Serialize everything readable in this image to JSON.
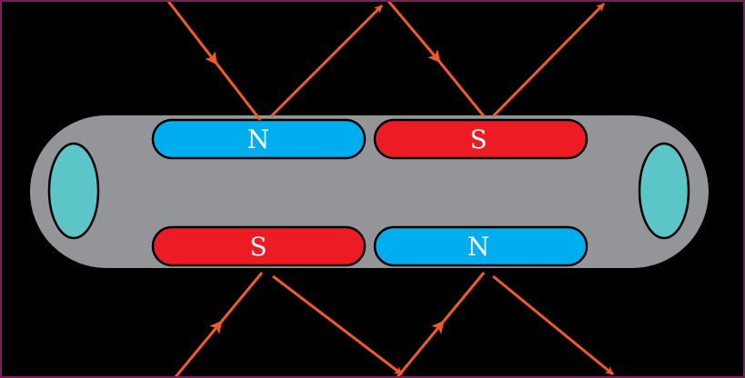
{
  "colors": {
    "background": "#000000",
    "border": "#7a1f5e",
    "body": "#939598",
    "end_caps": "#5bc5c7",
    "north_pole": "#00aeef",
    "south_pole": "#ed1c24",
    "field_lines": "#f15a29"
  },
  "magnets": {
    "top_left": {
      "pole": "N"
    },
    "top_right": {
      "pole": "S"
    },
    "bottom_left": {
      "pole": "S"
    },
    "bottom_right": {
      "pole": "N"
    }
  },
  "icons": {
    "field_arrow": "field-line-arrow-icon"
  }
}
